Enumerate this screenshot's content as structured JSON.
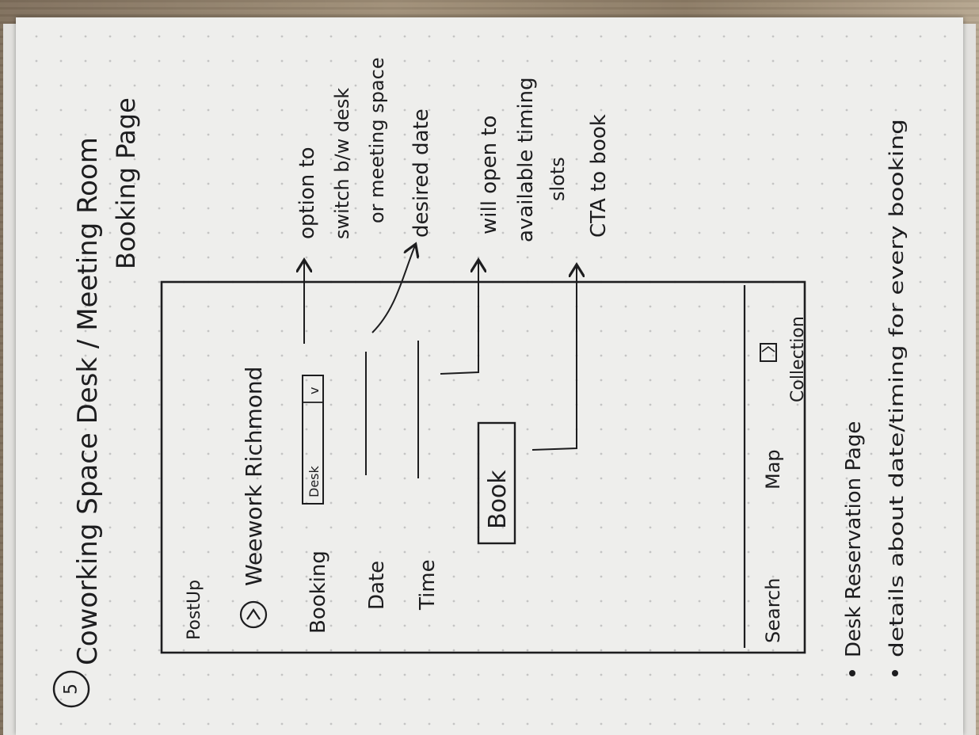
{
  "page_number": "5",
  "title_line1": "Coworking Space Desk / Meeting Room",
  "title_line2": "Booking Page",
  "phone": {
    "brand": "PostUp",
    "back_icon": "chevron-left-icon",
    "location": "Weework Richmond",
    "booking_label": "Booking",
    "booking_value": "Desk",
    "booking_caret": "v",
    "date_label": "Date",
    "time_label": "Time",
    "book_button": "Book",
    "nav": {
      "search": "Search",
      "map": "Map",
      "collection": "Collection",
      "collection_icon": "bookmark-icon"
    }
  },
  "annotations": {
    "booking": [
      "option to",
      "switch b/w desk",
      "or meeting space"
    ],
    "date": [
      "desired date"
    ],
    "time": [
      "will open to",
      "available timing",
      "slots"
    ],
    "book": [
      "CTA to book"
    ]
  },
  "notes": [
    "Desk Reservation Page",
    "details about date/timing for every booking"
  ],
  "colors": {
    "ink": "#1d1d1f",
    "paper": "#eeeeec",
    "dot": "#c4c4c4"
  }
}
